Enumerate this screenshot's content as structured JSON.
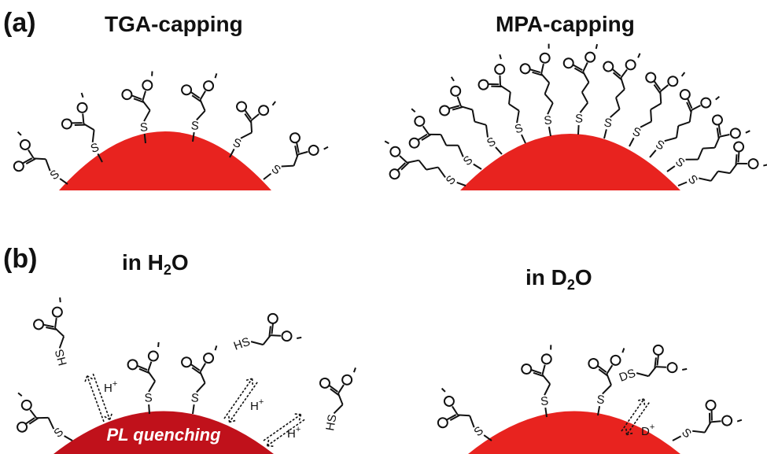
{
  "panel_a": {
    "label": "(a)",
    "left_title": "TGA-capping",
    "right_title": "MPA-capping"
  },
  "panel_b": {
    "label": "(b)",
    "left_title_prefix": "in H",
    "left_title_sub": "2",
    "left_title_suffix": "O",
    "right_title_prefix": "in D",
    "right_title_sub": "2",
    "right_title_suffix": "O",
    "quench_label": "PL quenching"
  },
  "atoms": {
    "sulfur": "S",
    "oxygen": "O",
    "thiol": "HS",
    "deuterated_thiol": "DS",
    "minus": "−",
    "proton": "H",
    "deuteron": "D",
    "plus": "+"
  },
  "colors": {
    "nanocrystal": "#e8231f",
    "nanocrystal_quenched": "#c0111b",
    "ink": "#111111"
  }
}
